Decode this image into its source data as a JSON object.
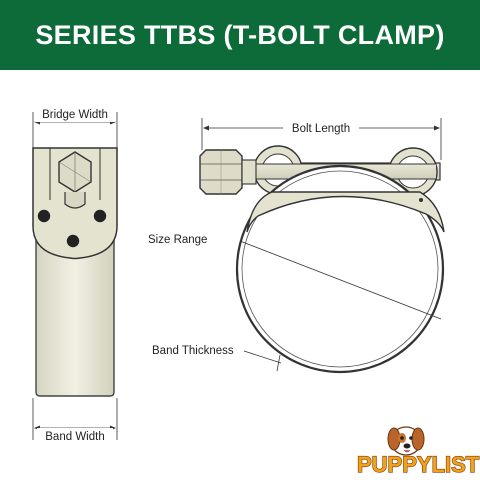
{
  "banner": {
    "title": "SERIES TTBS (T-BOLT CLAMP)",
    "color": "#0c6b39"
  },
  "diagram": {
    "labels": {
      "bridge_width": "Bridge Width",
      "band_width": "Band Width",
      "bolt_length": "Bolt Length",
      "size_range": "Size Range",
      "band_thickness": "Band Thickness"
    }
  },
  "watermark": {
    "text": "PUPPYLIST",
    "icon": "puppy-dog-icon"
  }
}
